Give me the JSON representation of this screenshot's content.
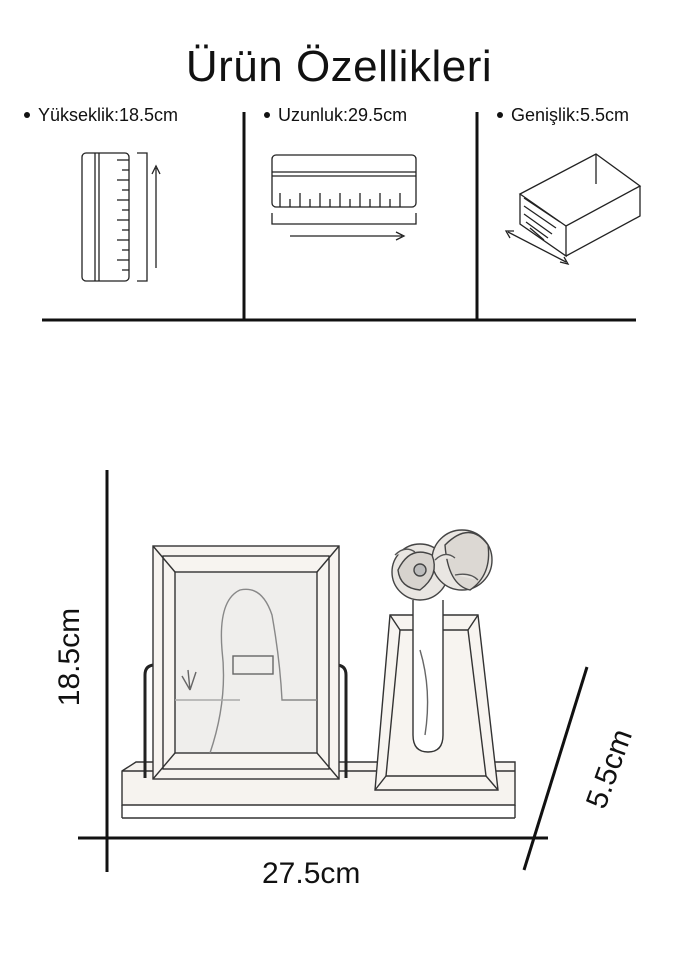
{
  "title": "Ürün Özellikleri",
  "specs": [
    {
      "label": "Yükseklik:18.5cm",
      "icon": "ruler-vertical-icon"
    },
    {
      "label": "Uzunluk:29.5cm",
      "icon": "ruler-horizontal-icon"
    },
    {
      "label": "Genişlik:5.5cm",
      "icon": "box-depth-icon"
    }
  ],
  "dimensions": {
    "height": "18.5cm",
    "width": "27.5cm",
    "depth": "5.5cm"
  }
}
